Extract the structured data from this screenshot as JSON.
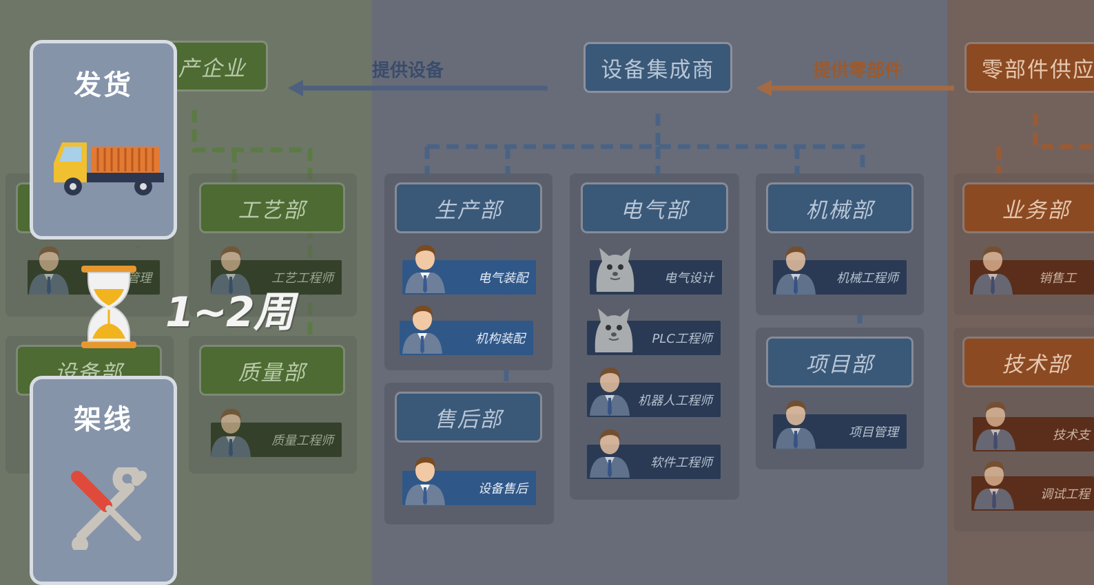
{
  "left_company": {
    "label": "产企业"
  },
  "integrator": {
    "label": "设备集成商"
  },
  "supplier": {
    "label": "零部件供应"
  },
  "arrows": {
    "provide_equipment": "提供设备",
    "provide_parts": "提供零部件"
  },
  "left_departments": [
    {
      "name": "工艺部",
      "roles": [
        "工艺工程师"
      ]
    },
    {
      "name": "设备部",
      "roles": []
    },
    {
      "name": "质量部",
      "roles": [
        "质量工程师"
      ]
    }
  ],
  "left_hidden_role": "管理",
  "blue_departments": [
    {
      "name": "生产部",
      "roles": [
        "电气装配",
        "机构装配"
      ]
    },
    {
      "name": "售后部",
      "roles": [
        "设备售后"
      ]
    },
    {
      "name": "电气部",
      "roles": [
        "电气设计",
        "PLC工程师",
        "机器人工程师",
        "软件工程师"
      ]
    },
    {
      "name": "机械部",
      "roles": [
        "机械工程师"
      ]
    },
    {
      "name": "项目部",
      "roles": [
        "项目管理"
      ]
    }
  ],
  "orange_departments": [
    {
      "name": "业务部",
      "roles": [
        "销售工"
      ]
    },
    {
      "name": "技术部",
      "roles": [
        "技术支",
        "调试工程"
      ]
    }
  ],
  "overlay": {
    "ship_card": {
      "title": "发货"
    },
    "rack_card": {
      "title": "架线"
    },
    "duration": "1~2周"
  },
  "colors": {
    "green": "#4d6b32",
    "blue": "#3a5878",
    "orange": "#8c4a22",
    "arrow_blue": "#4e607e",
    "arrow_orange": "#a46a44"
  }
}
